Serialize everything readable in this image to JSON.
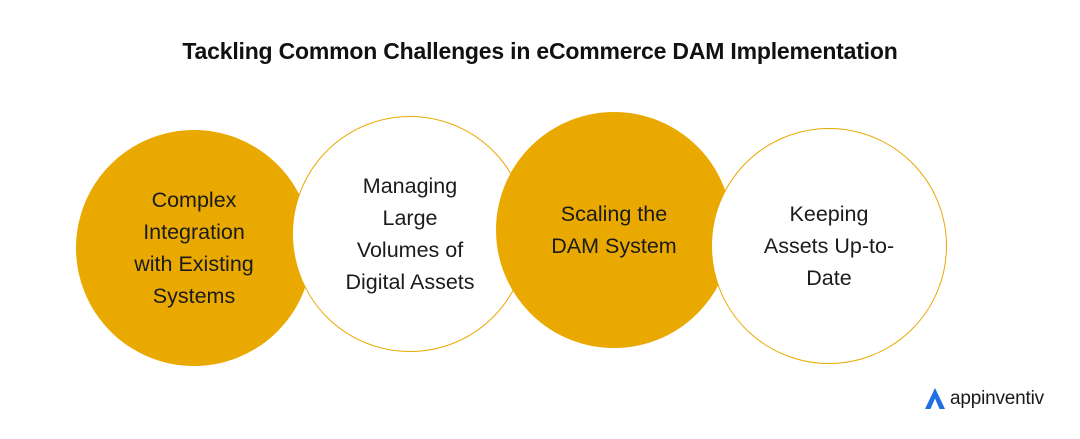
{
  "title": "Tackling Common Challenges in eCommerce DAM Implementation",
  "items": [
    {
      "label": "Complex\nIntegration\nwith Existing\nSystems",
      "style": "filled"
    },
    {
      "label": "Managing\nLarge\nVolumes of\nDigital Assets",
      "style": "outline"
    },
    {
      "label": "Scaling the\nDAM System",
      "style": "filled"
    },
    {
      "label": "Keeping\nAssets Up-to-\nDate",
      "style": "outline"
    }
  ],
  "colors": {
    "accent": "#e9a900",
    "text": "#1b1b1b",
    "brand_blue": "#1f6fe5"
  },
  "brand": {
    "name": "appinventiv",
    "icon": "appinventiv-logo-icon"
  }
}
